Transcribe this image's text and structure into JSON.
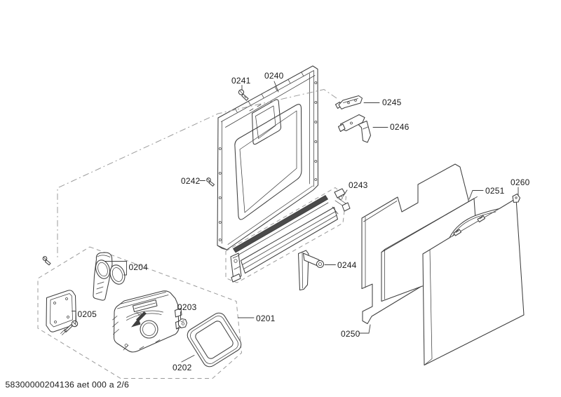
{
  "footer": {
    "code": "58300000204136 aet 000 a 2/6"
  },
  "callouts": {
    "c0201": {
      "label": "0201"
    },
    "c0202": {
      "label": "0202"
    },
    "c0203": {
      "label": "0203"
    },
    "c0204": {
      "label": "0204"
    },
    "c0205": {
      "label": "0205"
    },
    "c0240": {
      "label": "0240"
    },
    "c0241": {
      "label": "0241"
    },
    "c0242": {
      "label": "0242"
    },
    "c0243": {
      "label": "0243"
    },
    "c0244": {
      "label": "0244"
    },
    "c0245": {
      "label": "0245"
    },
    "c0246": {
      "label": "0246"
    },
    "c0250": {
      "label": "0250"
    },
    "c0251": {
      "label": "0251"
    },
    "c0260": {
      "label": "0260"
    }
  },
  "colors": {
    "line": "#3f3f3f",
    "label": "#1a1a1a",
    "dash": "#9b9b9b",
    "seal_dark": "#4a4a4a",
    "background": "#ffffff"
  }
}
